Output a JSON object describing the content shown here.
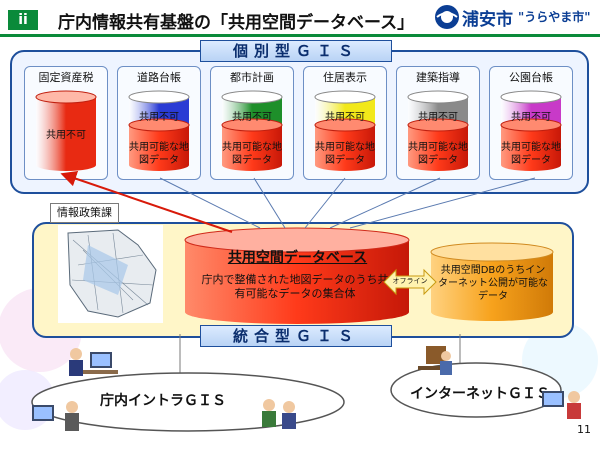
{
  "header": {
    "number": "ii",
    "title": "庁内情報共有基盤の「共用空間データベース」",
    "logo_city": "浦安市",
    "logo_motto": "\"うらやま市\""
  },
  "kobetsu": {
    "banner": "個別型ＧＩＳ",
    "depts": [
      {
        "label": "固定資産税",
        "top": "",
        "bottom": "共用不可",
        "color": "#e82a12",
        "single": true
      },
      {
        "label": "道路台帳",
        "top": "共用不可",
        "bottom": "共用可能な地図データ",
        "color": "#2a3bd4"
      },
      {
        "label": "都市計画",
        "top": "共用不可",
        "bottom": "共用可能な地図データ",
        "color": "#1e8f2a"
      },
      {
        "label": "住居表示",
        "top": "共用不可",
        "bottom": "共用可能な地図データ",
        "color": "#f2e81a"
      },
      {
        "label": "建築指導",
        "top": "共用不可",
        "bottom": "共用可能な地図データ",
        "color": "#8a8a8a"
      },
      {
        "label": "公園台帳",
        "top": "共用不可",
        "bottom": "共用可能な地図データ",
        "color": "#c83ac8"
      }
    ]
  },
  "tougou": {
    "section_label": "情報政策課",
    "banner": "統合型ＧＩＳ",
    "db_title": "共用空間データベース",
    "db_text": "庁内で整備された地図データのうち共有可能なデータの集合体",
    "offline": "オフライン",
    "internet_db_text": "共用空間DBのうちインターネット公開が可能なデータ"
  },
  "intra": {
    "label": "庁内イントラＧＩＳ"
  },
  "internet": {
    "label": "インターネットＧＩＳ"
  },
  "page_number": "11",
  "colors": {
    "accent_green": "#0a8a3a",
    "brand_blue": "#1e4f9c",
    "db_red": "#e82a12",
    "db_orange": "#f7a21c"
  }
}
